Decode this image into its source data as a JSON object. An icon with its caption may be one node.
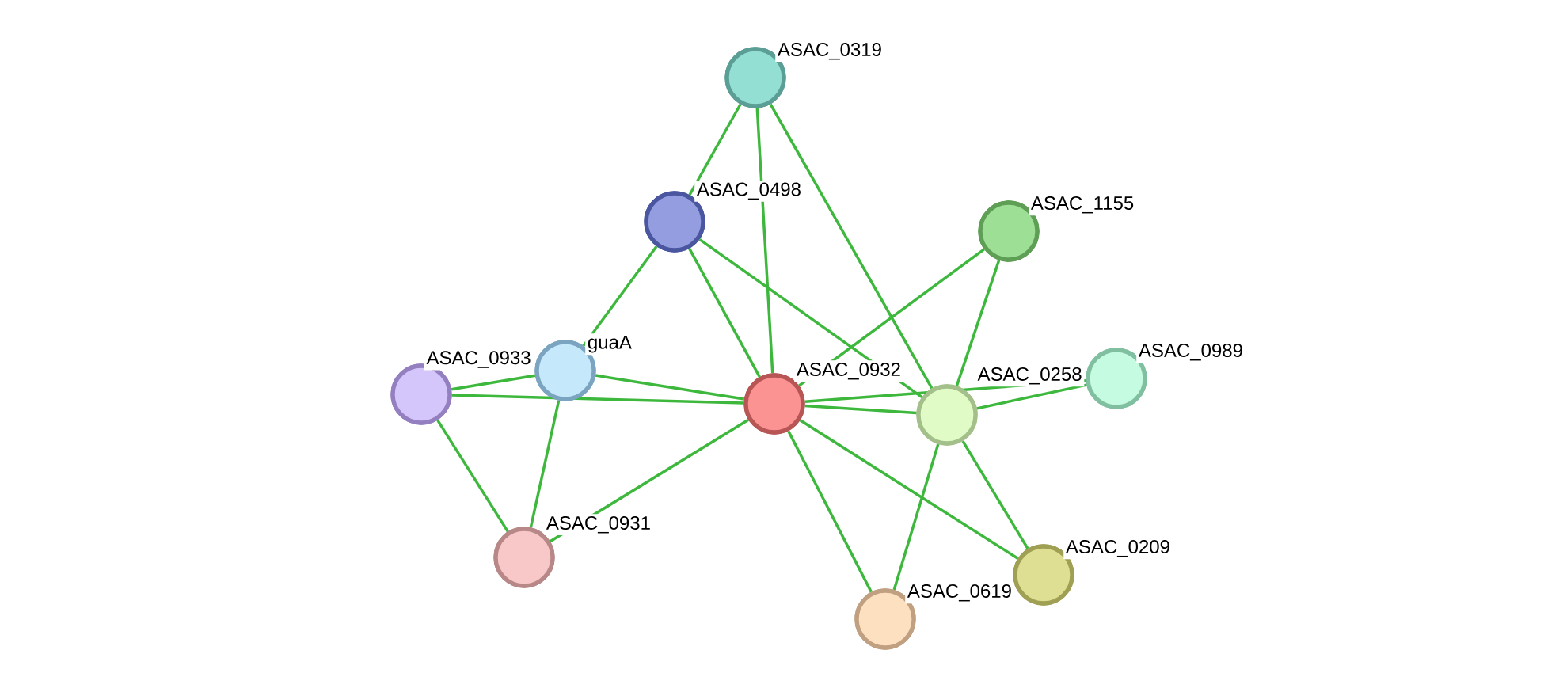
{
  "diagram": {
    "nodes": [
      {
        "text": [],
        "shape": "circle",
        "beside": [
          "ASAC_0319"
        ]
      },
      {
        "text": [],
        "shape": "circle",
        "beside": [
          "ASAC_0498"
        ]
      },
      {
        "text": [],
        "shape": "circle",
        "beside": [
          "ASAC_1155"
        ]
      },
      {
        "text": [],
        "shape": "circle",
        "beside": [
          "guaA"
        ]
      },
      {
        "text": [],
        "shape": "circle",
        "beside": [
          "ASAC_0933"
        ]
      },
      {
        "text": [],
        "shape": "circle",
        "beside": [
          "ASAC_0932"
        ]
      },
      {
        "text": [],
        "shape": "circle",
        "beside": [
          "ASAC_0258"
        ]
      },
      {
        "text": [],
        "shape": "circle",
        "beside": [
          "ASAC_0989"
        ]
      },
      {
        "text": [],
        "shape": "circle",
        "beside": [
          "ASAC_0931"
        ]
      },
      {
        "text": [],
        "shape": "circle",
        "beside": [
          "ASAC_0209"
        ]
      },
      {
        "text": [],
        "shape": "circle",
        "beside": [
          "ASAC_0619"
        ]
      }
    ],
    "edges": [
      {
        "from": 0,
        "to": 1,
        "arrow": "none"
      },
      {
        "from": 0,
        "to": 5,
        "arrow": "none"
      },
      {
        "from": 0,
        "to": 6,
        "arrow": "none"
      },
      {
        "from": 1,
        "to": 3,
        "arrow": "none"
      },
      {
        "from": 1,
        "to": 5,
        "arrow": "none"
      },
      {
        "from": 1,
        "to": 6,
        "arrow": "none"
      },
      {
        "from": 2,
        "to": 5,
        "arrow": "none"
      },
      {
        "from": 2,
        "to": 6,
        "arrow": "none"
      },
      {
        "from": 3,
        "to": 4,
        "arrow": "none"
      },
      {
        "from": 3,
        "to": 5,
        "arrow": "none"
      },
      {
        "from": 3,
        "to": 8,
        "arrow": "none"
      },
      {
        "from": 4,
        "to": 5,
        "arrow": "none"
      },
      {
        "from": 4,
        "to": 8,
        "arrow": "none"
      },
      {
        "from": 5,
        "to": 6,
        "arrow": "none"
      },
      {
        "from": 5,
        "to": 7,
        "arrow": "none"
      },
      {
        "from": 6,
        "to": 7,
        "arrow": "none"
      },
      {
        "from": 5,
        "to": 8,
        "arrow": "none"
      },
      {
        "from": 5,
        "to": 9,
        "arrow": "none"
      },
      {
        "from": 5,
        "to": 10,
        "arrow": "none"
      },
      {
        "from": 6,
        "to": 9,
        "arrow": "none"
      },
      {
        "from": 6,
        "to": 10,
        "arrow": "none"
      }
    ]
  }
}
